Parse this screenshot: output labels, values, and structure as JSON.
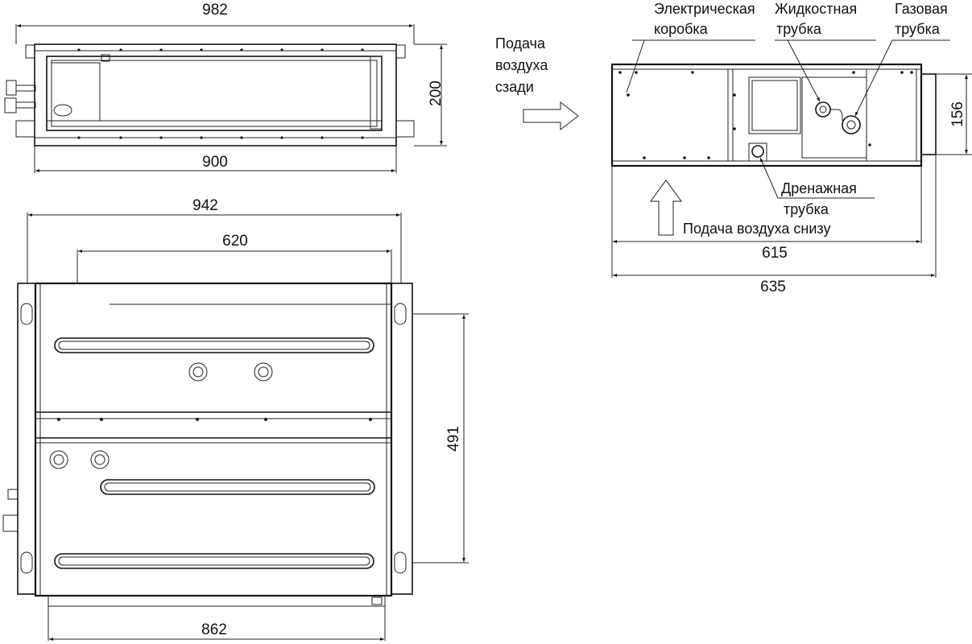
{
  "dimensions": {
    "front_top_width": "982",
    "front_height": "200",
    "front_bottom_width": "900",
    "bottom_outer_width": "942",
    "bottom_inner_width": "620",
    "bottom_depth": "491",
    "bottom_base_width": "862",
    "side_height": "156",
    "side_inner_length": "615",
    "side_outer_length": "635"
  },
  "labels": {
    "rear_air_supply": [
      "Подача",
      "воздуха",
      "сзади"
    ],
    "electrical_box": [
      "Электрическая",
      "коробка"
    ],
    "liquid_pipe": [
      "Жидкостная",
      "трубка"
    ],
    "gas_pipe": [
      "Газовая",
      "трубка"
    ],
    "drain_pipe": [
      "Дренажная",
      "трубка"
    ],
    "bottom_air_supply": "Подача воздуха снизу"
  }
}
